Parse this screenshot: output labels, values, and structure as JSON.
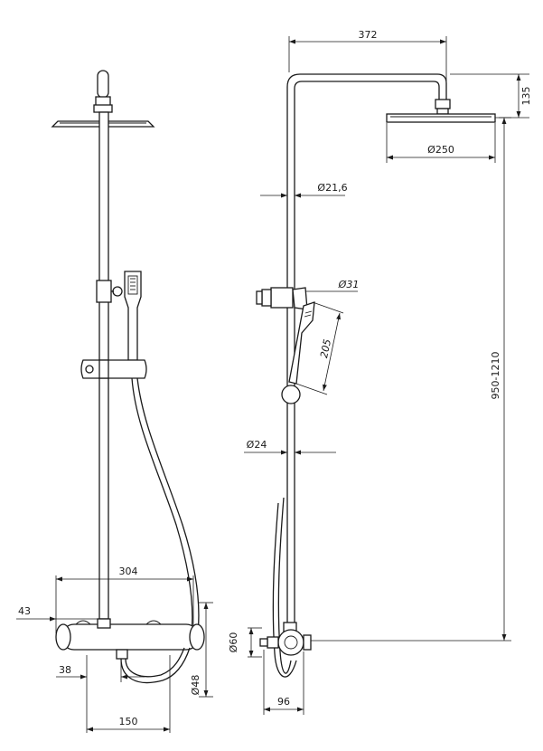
{
  "dimensions": {
    "arm_length": "372",
    "head_height": "135",
    "head_diameter": "Ø250",
    "pipe_upper_diameter": "Ø21,6",
    "hand_shower_diameter": "Ø31",
    "hand_shower_length": "205",
    "total_height": "950-1210",
    "pipe_lower_diameter": "Ø24",
    "mixer_width": "304",
    "mixer_offset": "43",
    "mixer_body_diameter": "Ø60",
    "mixer_diameter": "Ø48",
    "outlet_offset": "38",
    "wall_depth": "96",
    "inlet_spacing": "150"
  }
}
